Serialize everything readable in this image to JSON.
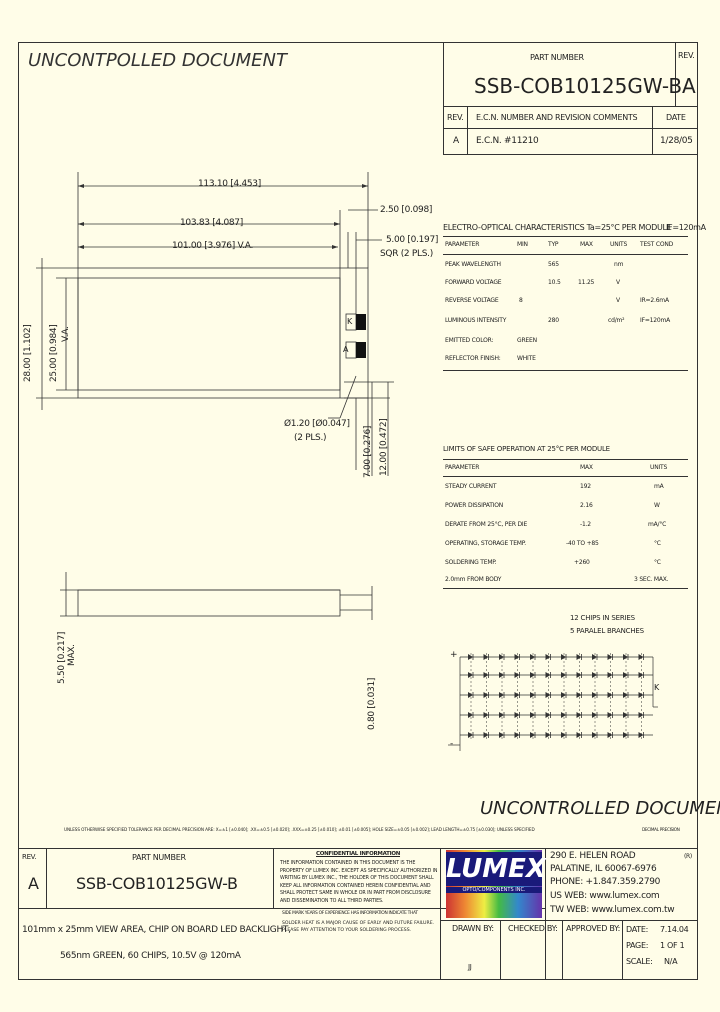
{
  "header": {
    "watermark_top": "UNCONTPOLLED  DOCUMENT",
    "part_number_label": "PART NUMBER",
    "part_number": "SSB-COB10125GW-B",
    "rev_label": "REV.",
    "rev": "A",
    "rev_col": "REV.",
    "ecn_col": "E.C.N. NUMBER AND REVISION COMMENTS",
    "date_col": "DATE",
    "rev_row": "A",
    "ecn_row": "E.C.N. #11210",
    "date_row": "1/28/05"
  },
  "dims": {
    "overall": "113.10 [4.453]",
    "mid": "103.83 [4.087]",
    "va": "101.00 [3.976] V.A.",
    "d250": "2.50 [0.098]",
    "d500": "5.00 [0.197]",
    "sqr": "SQR (2 PLS.)",
    "h28": "28.00 [1.102]",
    "h25": "25.00 [0.984]",
    "va_v": "V.A.",
    "hole": "Ø1.20 [Ø0.047]",
    "hole_pls": "(2 PLS.)",
    "d700": "7.00 [0.276]",
    "d1200": "12.00 [0.472]",
    "d550": "5.50 [0.217]",
    "max": "MAX.",
    "d080": "0.80 [0.031]",
    "pin_k": "K",
    "pin_a": "A"
  },
  "eo": {
    "title": "ELECTRO-OPTICAL CHARACTERISTICS Ta=25°C PER MODULE",
    "cond": "IF=120mA",
    "headers": [
      "PARAMETER",
      "MIN",
      "TYP",
      "MAX",
      "UNITS",
      "TEST COND"
    ],
    "rows": [
      [
        "PEAK WAVELENGTH",
        "",
        "565",
        "",
        "nm",
        ""
      ],
      [
        "FORWARD VOLTAGE",
        "",
        "10.5",
        "11.25",
        "V",
        ""
      ],
      [
        "REVERSE VOLTAGE",
        "8",
        "",
        "",
        "V",
        "IR=2.6mA"
      ],
      [
        "LUMINOUS INTENSITY",
        "",
        "280",
        "",
        "cd/m²",
        "IF=120mA"
      ],
      [
        "EMITTED COLOR:",
        "GREEN",
        "",
        "",
        "",
        ""
      ],
      [
        "REFLECTOR FINISH:",
        "WHITE",
        "",
        "",
        "",
        ""
      ]
    ]
  },
  "limits": {
    "title": "LIMITS OF SAFE OPERATION AT 25°C PER MODULE",
    "headers": [
      "PARAMETER",
      "MAX",
      "UNITS"
    ],
    "rows": [
      [
        "STEADY CURRENT",
        "192",
        "mA"
      ],
      [
        "POWER DISSIPATION",
        "2.16",
        "W"
      ],
      [
        "DERATE FROM 25°C, PER DIE",
        "-1.2",
        "mA/°C"
      ],
      [
        "OPERATING, STORAGE TEMP.",
        "-40 TO +85",
        "°C"
      ],
      [
        "SOLDERING TEMP.",
        "+260",
        "°C"
      ],
      [
        "2.0mm FROM BODY",
        "",
        "3 SEC. MAX."
      ]
    ]
  },
  "circuit": {
    "line1": "12 CHIPS IN SERIES",
    "line2": "5 PARALEL BRANCHES",
    "k": "K",
    "plus": "+",
    "minus": "-"
  },
  "footer": {
    "watermark_bottom": "UNCONTROLLED  DOCUMENT",
    "tolerance": "UNLESS OTHERWISE SPECIFIED TOLERANCE PER DECIMAL PRECISION ARE: X=±1 [±0.040]; .XX=±0.5 [±0.020]; .XXX=±0.25 [±0.010]; ±0.01 [±0.005]; HOLE SIZE=±0.05 [±0.002]; LEAD LENGTH=±0.75 [±0.030]; UNLESS SPECIFIED",
    "tol_right": "DECIMAL PRECISION",
    "rev_label": "REV.",
    "rev": "A",
    "part_label": "PART NUMBER",
    "part": "SSB-COB10125GW-B",
    "conf_title": "CONFIDENTIAL INFORMATION",
    "conf_text": "THE INFORMATION CONTAINED IN THIS DOCUMENT IS THE PROPERTY OF LUMEX INC. EXCEPT AS SPECIFICALLY AUTHORIZED IN WRITING BY LUMEX INC., THE HOLDER OF THIS DOCUMENT SHALL KEEP ALL INFORMATION CONTAINED HEREIN CONFIDENTIAL AND SHALL PROTECT SAME IN WHOLE OR IN PART FROM DISCLOSURE AND DISSEMINATION TO ALL THIRD PARTIES.",
    "logo_text": "LUMEX",
    "logo_sub": "OPTO/COMPONENTS INC.",
    "addr1": "290 E. HELEN ROAD",
    "addr2": "PALATINE, IL 60067-6976",
    "phone": "PHONE: +1.847.359.2790",
    "usweb": "US WEB:  www.lumex.com",
    "twweb": "TW WEB:  www.lumex.com.tw",
    "corner": "(R)",
    "desc1": "101mm x 25mm VIEW AREA, CHIP ON BOARD LED BACKLIGHT,",
    "desc2": "565nm GREEN, 60 CHIPS, 10.5V @ 120mA",
    "note": "SOLDER HEAT IS A MAJOR CAUSE OF EARLY AND FUTURE FAILURE. PLEASE PAY ATTENTION TO YOUR SOLDERING PROCESS.",
    "note_pre": "SIDE MARK YEARS OF EXPERIENCE HAS INFORMATION INDICATE THAT",
    "drawn": "DRAWN BY:",
    "drawn_val": "JJ",
    "checked": "CHECKED BY:",
    "approved": "APPROVED BY:",
    "date": "DATE:",
    "date_val": "7.14.04",
    "page": "PAGE:",
    "page_val": "1 OF 1",
    "scale": "SCALE:",
    "scale_val": "N/A"
  }
}
